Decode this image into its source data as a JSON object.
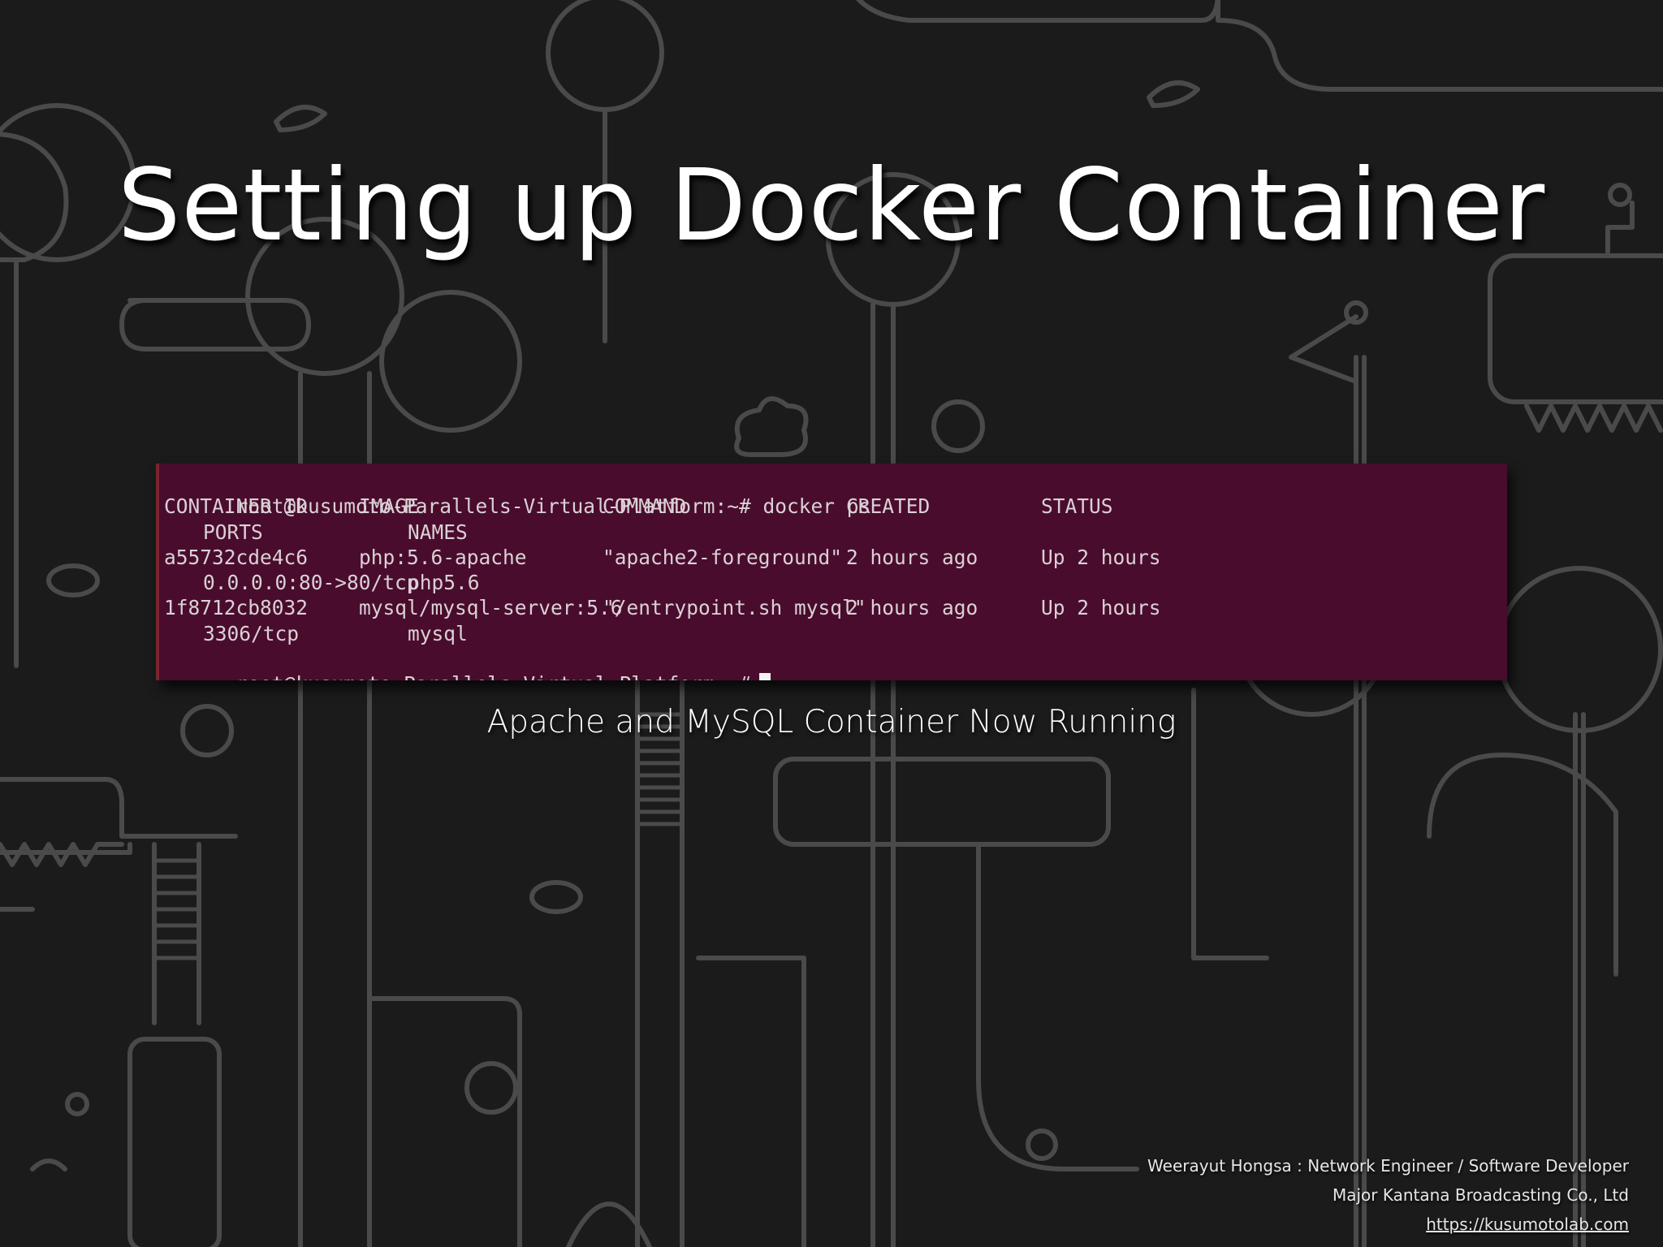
{
  "slide": {
    "title": "Setting up Docker Container",
    "caption": "Apache and MySQL Container Now Running"
  },
  "terminal": {
    "prompt_command": "root@kusumoto-Parallels-Virtual-Platform:~# docker ps",
    "headers": {
      "container_id": "CONTAINER ID",
      "image": "IMAGE",
      "command": "COMMAND",
      "created": "CREATED",
      "status": "STATUS",
      "ports": "PORTS",
      "names": "NAMES"
    },
    "rows": [
      {
        "container_id": "a55732cde4c6",
        "image": "php:5.6-apache",
        "command": "\"apache2-foreground\"",
        "created": "2 hours ago",
        "status": "Up 2 hours",
        "ports": "0.0.0.0:80->80/tcp",
        "names": "php5.6"
      },
      {
        "container_id": "1f8712cb8032",
        "image": "mysql/mysql-server:5.6",
        "command": "\"/entrypoint.sh mysql\"",
        "created": "2 hours ago",
        "status": "Up 2 hours",
        "ports": "3306/tcp",
        "names": "mysql"
      }
    ],
    "final_prompt": "root@kusumoto-Parallels-Virtual-Platform:~#"
  },
  "footer": {
    "author": "Weerayut Hongsa : Network Engineer / Software Developer",
    "company": "Major Kantana Broadcasting Co., Ltd",
    "link": "https://kusumotolab.com"
  },
  "colors": {
    "background": "#1b1b1b",
    "line_art": "#4a4a4a",
    "terminal_bg": "#4a0c2c",
    "terminal_text": "#d9d1d6"
  }
}
